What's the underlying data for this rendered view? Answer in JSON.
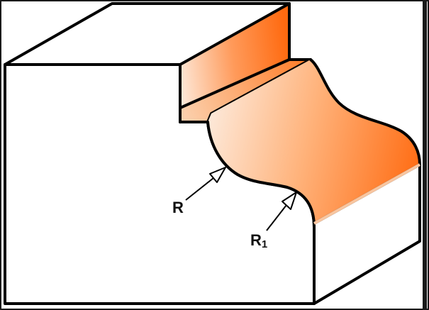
{
  "labels": {
    "radius": "R",
    "radius1_main": "R",
    "radius1_sub": "1"
  },
  "colors": {
    "frame": "#1a1a1a",
    "block_fill": "#ffffff",
    "outline": "#000000",
    "profile_light": "#fde7d6",
    "profile_dark": "#ff6a10",
    "edge_light": "#f9c6a0",
    "arrow_head": "#ffffff"
  }
}
